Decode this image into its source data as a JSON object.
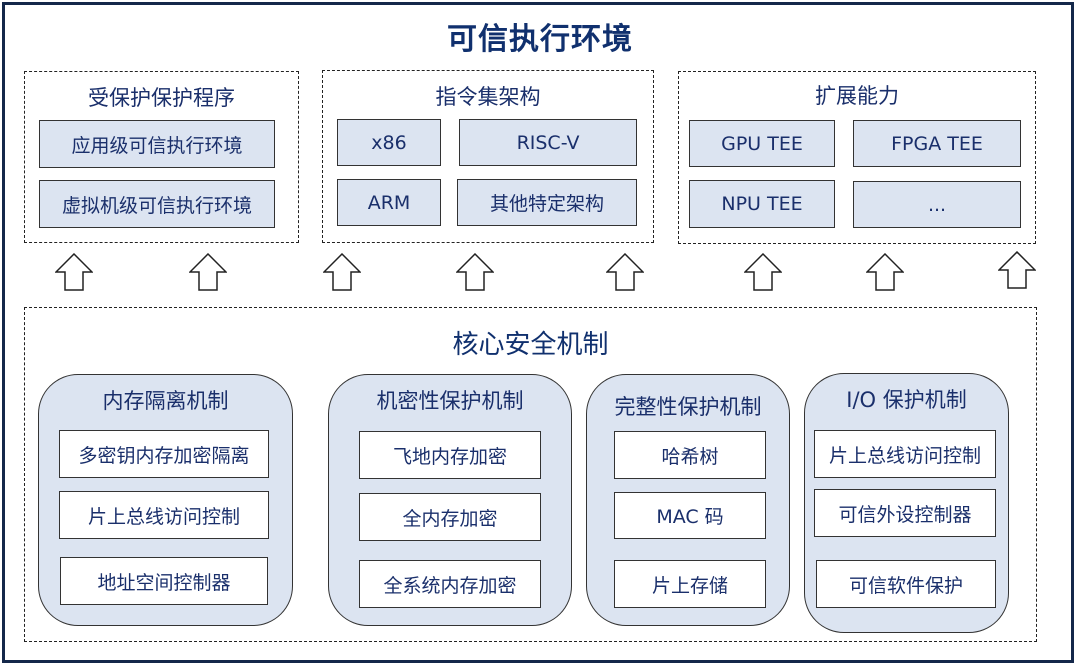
{
  "title": "可信执行环境",
  "top_groups": [
    {
      "title": "受保护保护程序",
      "items": [
        "应用级可信执行环境",
        "虚拟机级可信执行环境"
      ]
    },
    {
      "title": "指令集架构",
      "items": [
        "x86",
        "RISC-V",
        "ARM",
        "其他特定架构"
      ]
    },
    {
      "title": "扩展能力",
      "items": [
        "GPU TEE",
        "FPGA TEE",
        "NPU TEE",
        "..."
      ]
    }
  ],
  "arrows": {
    "icon": "up-arrow-icon",
    "count": 8
  },
  "core": {
    "title": "核心安全机制",
    "mechanisms": [
      {
        "title": "内存隔离机制",
        "items": [
          "多密钥内存加密隔离",
          "片上总线访问控制",
          "地址空间控制器"
        ]
      },
      {
        "title": "机密性保护机制",
        "items": [
          "飞地内存加密",
          "全内存加密",
          "全系统内存加密"
        ]
      },
      {
        "title": "完整性保护机制",
        "items": [
          "哈希树",
          "MAC 码",
          "片上存储"
        ]
      },
      {
        "title": "I/O 保护机制",
        "items": [
          "片上总线访问控制",
          "可信外设控制器",
          "可信软件保护"
        ]
      }
    ]
  }
}
